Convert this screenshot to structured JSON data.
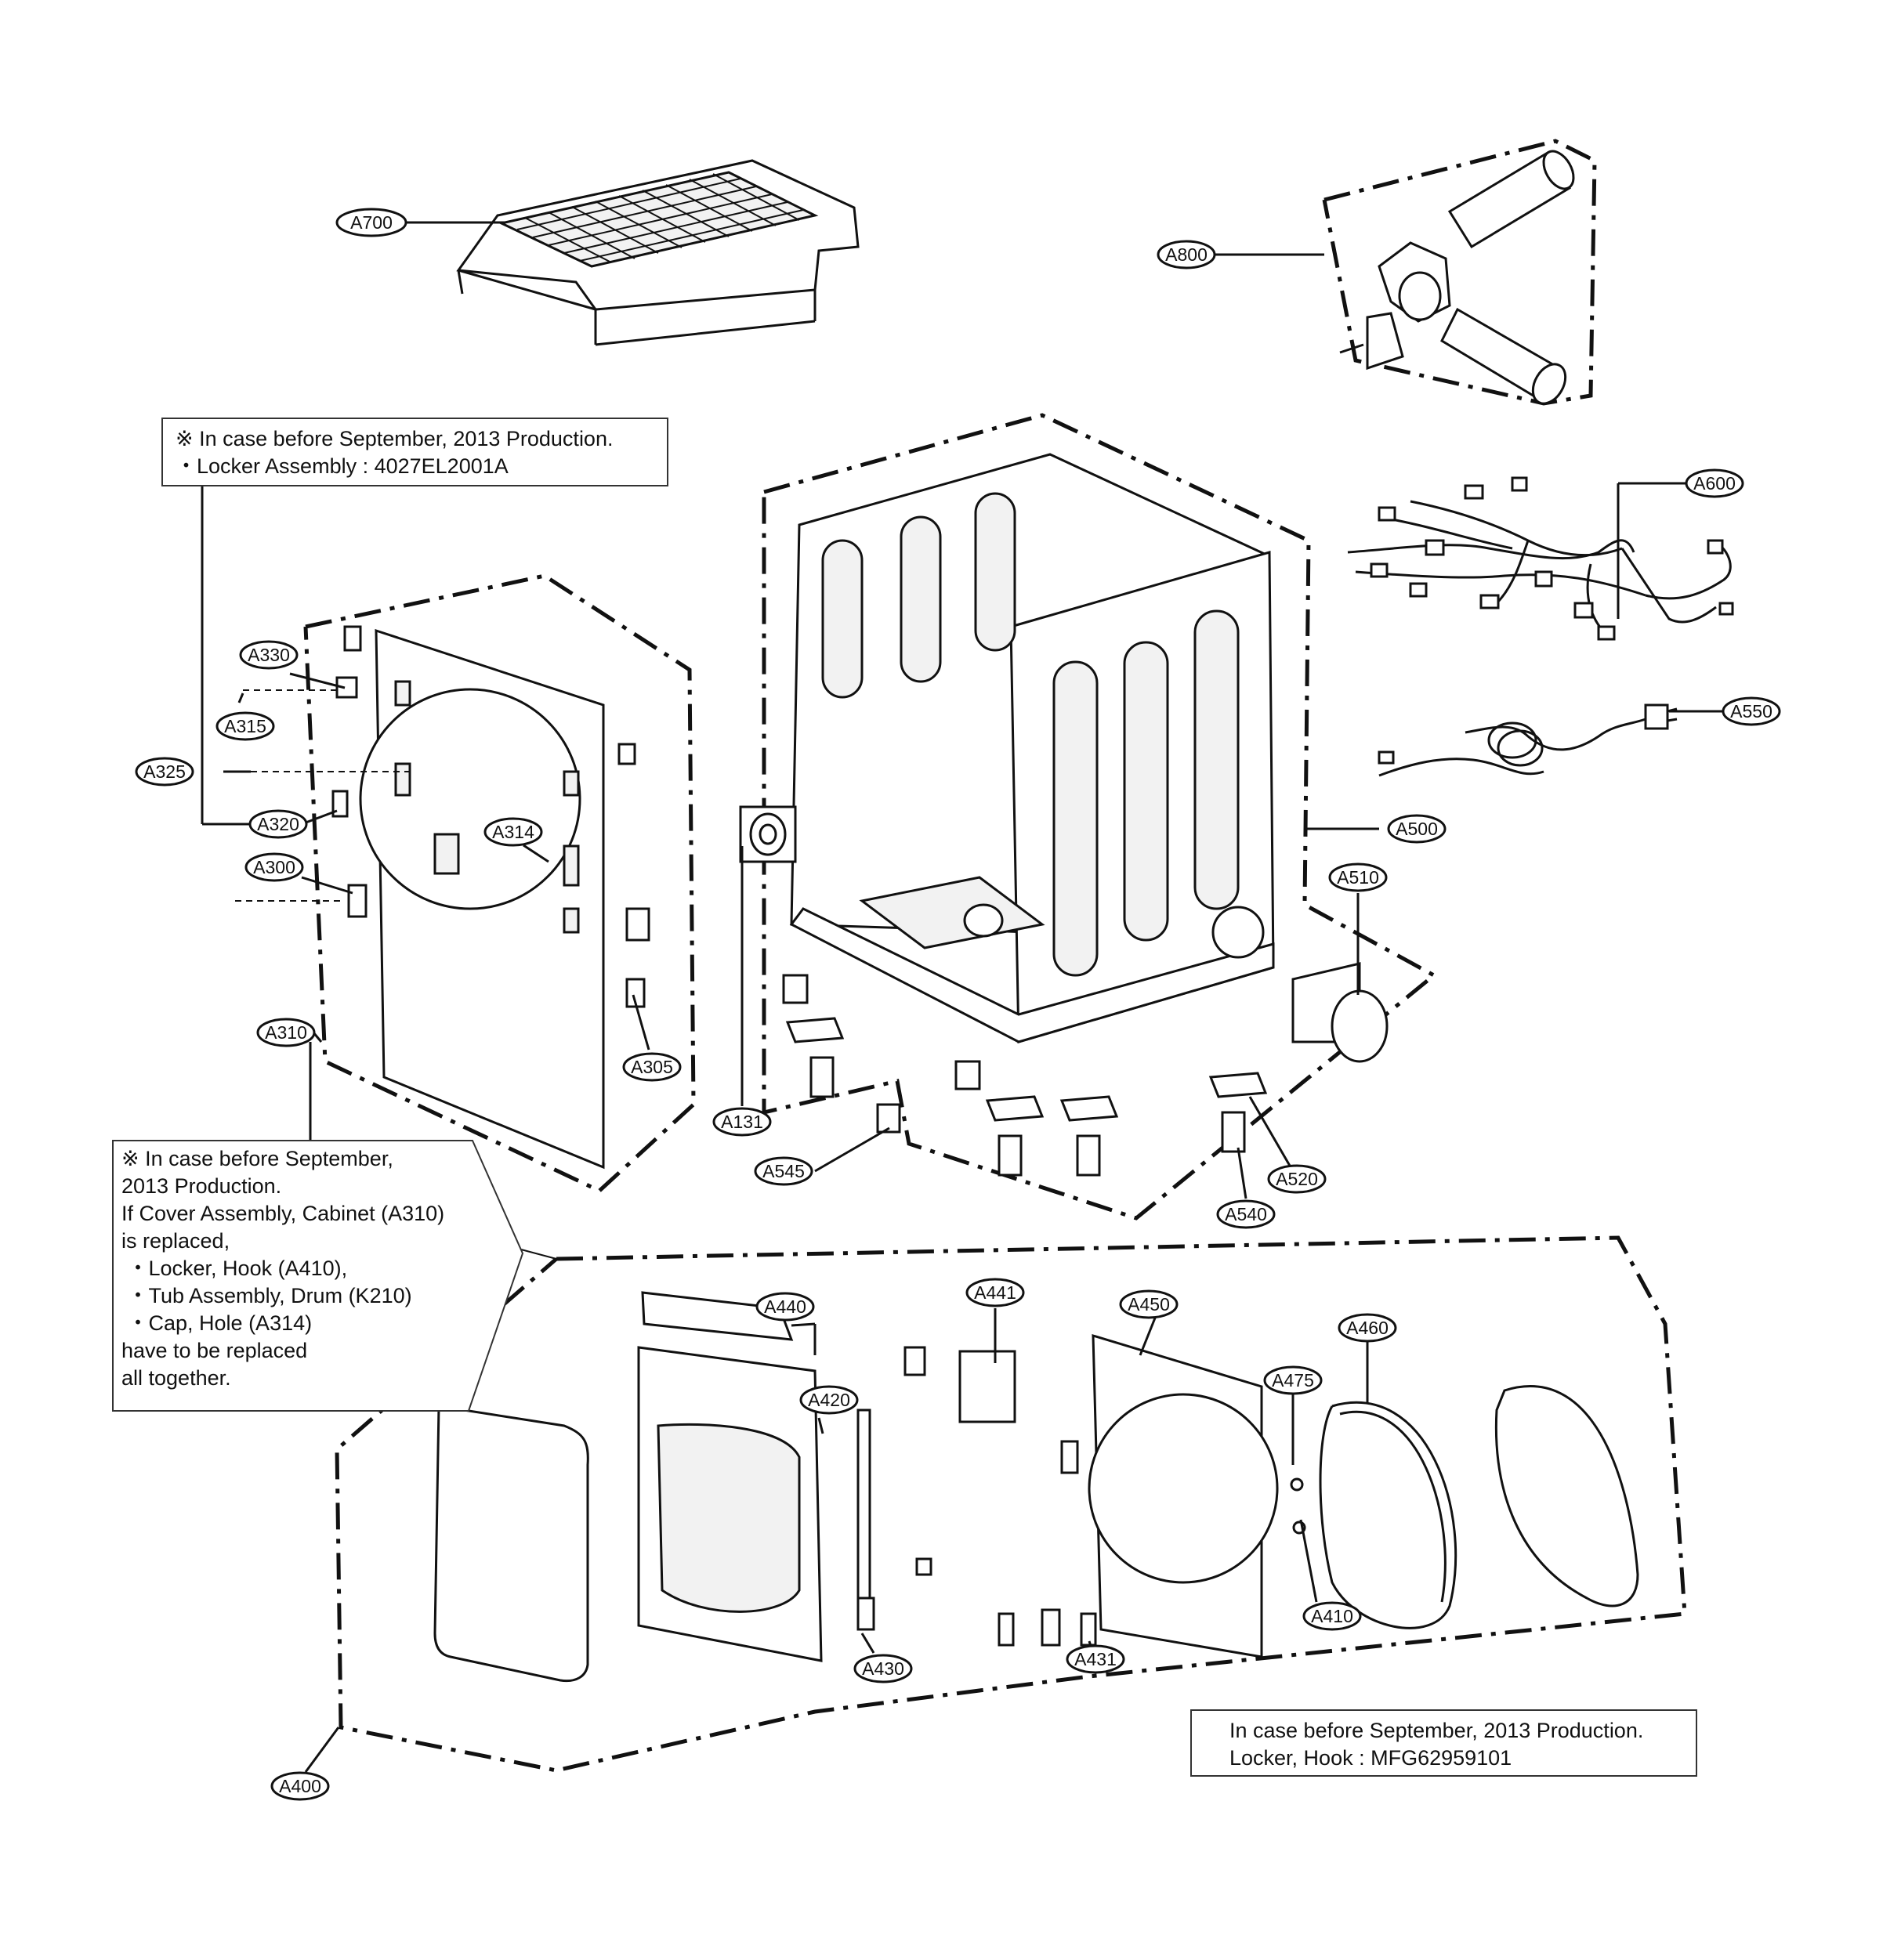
{
  "callouts": {
    "A700": "A700",
    "A800": "A800",
    "A600": "A600",
    "A550": "A550",
    "A500": "A500",
    "A510": "A510",
    "A330": "A330",
    "A315": "A315",
    "A325": "A325",
    "A320": "A320",
    "A314": "A314",
    "A300": "A300",
    "A310": "A310",
    "A305": "A305",
    "A131": "A131",
    "A545": "A545",
    "A520": "A520",
    "A540": "A540",
    "A440": "A440",
    "A441": "A441",
    "A450": "A450",
    "A460": "A460",
    "A475": "A475",
    "A420": "A420",
    "A410": "A410",
    "A430": "A430",
    "A431": "A431",
    "A400": "A400"
  },
  "notes": {
    "top_left": {
      "line1": "※ In case before September, 2013 Production.",
      "line2": "・Locker Assembly : 4027EL2001A"
    },
    "middle_left": {
      "lines": [
        "※ In case before September,",
        "2013 Production.",
        "If Cover Assembly, Cabinet (A310)",
        "is replaced,",
        " ・Locker, Hook (A410),",
        " ・Tub Assembly, Drum (K210)",
        " ・Cap, Hole (A314)",
        "have to be replaced",
        "all together."
      ]
    },
    "bottom_right": {
      "line1": "In case before September, 2013 Production.",
      "line2": "Locker, Hook : MFG62959101"
    }
  }
}
